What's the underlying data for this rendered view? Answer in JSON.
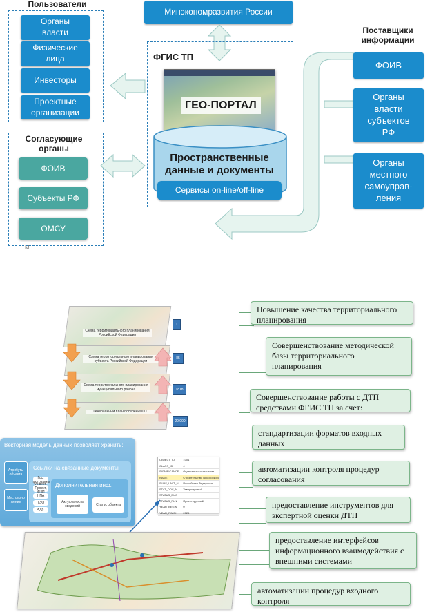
{
  "top": {
    "users": {
      "title": "Пользователи",
      "items": [
        "Органы власти",
        "Физические лица",
        "Инвесторы",
        "Проектные организации"
      ]
    },
    "ministry": "Минэкономразвития России",
    "fgis": {
      "title": "ФГИС ТП",
      "geoportal": "ГЕО-ПОРТАЛ",
      "spatial": "Пространственные данные и документы",
      "services": "Сервисы on-line/off-line"
    },
    "approvers": {
      "title": "Согласующие органы",
      "items": [
        "ФОИВ",
        "Субъекты РФ",
        "ОМСУ"
      ]
    },
    "providers": {
      "title": "Поставщики информации",
      "items": [
        "ФОИВ",
        "Органы власти субъектов РФ",
        "Органы местного самоуправ-ления"
      ]
    },
    "footnote": "М"
  },
  "bottom": {
    "layers": [
      {
        "label": "Схема территориального планирования Российской Федерации",
        "badge": "1"
      },
      {
        "label": "Схема территориального планирования субъекта Российской Федерации",
        "badge": "85"
      },
      {
        "label": "Схема территориального планирования муниципального района",
        "badge": "1818"
      },
      {
        "label": "Генеральный план поселения/ГО",
        "badge": "20 000"
      }
    ],
    "vector_model": {
      "title": "Векторная модель данных позволяет хранить:",
      "attributes": "Атрибуты объекта",
      "location": "Местополо жение",
      "links_title": "Ссылки на связанные документы",
      "docs": [
        "Гос. программы",
        "Инвест. Проект, ФЦП",
        "НПА",
        "ТЭО",
        "и др."
      ],
      "extra_title": "Дополнительная инф.",
      "relevance": "Актуальность сведений",
      "status": "Статус объекта"
    },
    "attr_table": [
      [
        "OBJECT_ID",
        "1001"
      ],
      [
        "CLASS_ID",
        "4"
      ],
      [
        "SIGNIFICANCE",
        "Федерального значения"
      ],
      [
        "NAME",
        "Строительство высокоскоростной дороги"
      ],
      [
        "SUBS_UNIT_N",
        "Российская Федерация"
      ],
      [
        "STAT_DOC_N",
        "Утвержденный"
      ],
      [
        "STATUS_EUC",
        ""
      ],
      [
        "STATUS_PLN",
        "Проектируемый"
      ],
      [
        "YEAR_BEGIN",
        "0"
      ],
      [
        "YEAR_FINISH",
        "2025"
      ]
    ],
    "right_list": [
      "Повышение качества территориального планирования",
      "Совершенствование методической базы территориального планирования",
      "Совершенствование работы с ДТП средствами ФГИС ТП за счет:",
      "стандартизации форматов входных данных",
      "автоматизации контроля процедур согласования",
      "предоставление инструментов для экспертной оценки ДТП",
      "предоставление интерфейсов информационного взаимодействия с внешними системами",
      "автоматизации процедур входного контроля"
    ]
  },
  "colors": {
    "blue_box": "#1b8ccc",
    "teal_box": "#4aa7a0",
    "dashed_border": "#2c7fb8",
    "arrow_fill": "#e6f4ef",
    "right_box_fill": "#dff0e3",
    "vector_panel": "#5fa9da"
  }
}
